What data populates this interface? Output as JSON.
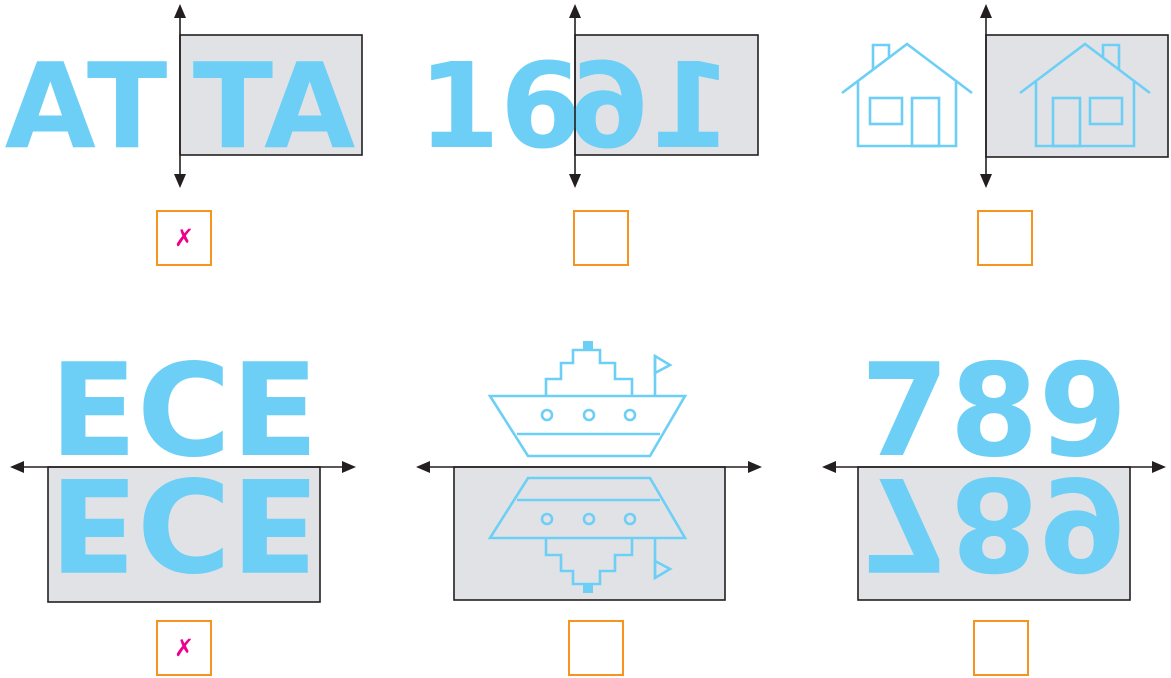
{
  "colors": {
    "glyph": "#6dcff6",
    "mirror_area": "#e1e2e6",
    "axis": "#231f20",
    "checkbox_border": "#f7941d",
    "check_mark": "#ec008c"
  },
  "items": [
    {
      "id": 1,
      "kind": "text",
      "text": "AT",
      "axis": "vertical",
      "checked": true,
      "mark": "✗"
    },
    {
      "id": 2,
      "kind": "text",
      "text": "16",
      "axis": "vertical",
      "checked": false,
      "mark": ""
    },
    {
      "id": 3,
      "kind": "picture",
      "icon": "house-icon",
      "axis": "vertical",
      "checked": false,
      "mark": ""
    },
    {
      "id": 4,
      "kind": "text",
      "text": "ECE",
      "axis": "horizontal",
      "checked": true,
      "mark": "✗"
    },
    {
      "id": 5,
      "kind": "picture",
      "icon": "ship-icon",
      "axis": "horizontal",
      "checked": false,
      "mark": ""
    },
    {
      "id": 6,
      "kind": "text",
      "text": "789",
      "axis": "horizontal",
      "checked": false,
      "mark": ""
    }
  ]
}
